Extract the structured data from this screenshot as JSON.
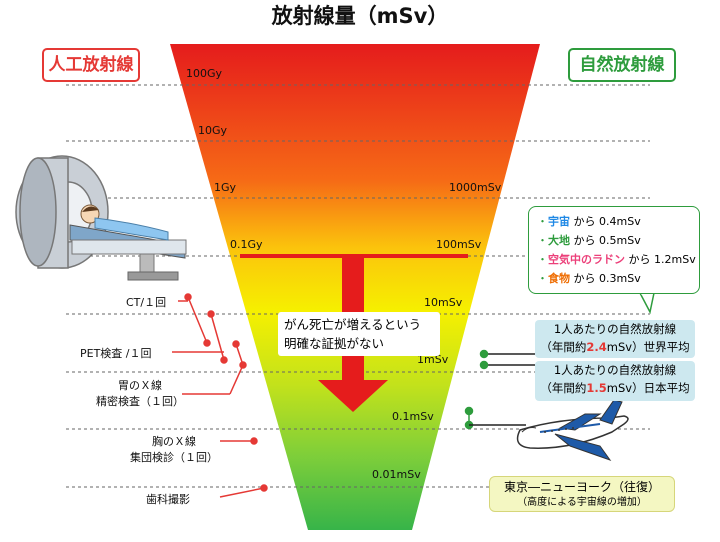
{
  "title": "放射線量（mSv）",
  "labels": {
    "artificial": "人工放射線",
    "natural": "自然放射線"
  },
  "scale": {
    "left": [
      "100Gy",
      "10Gy",
      "1Gy",
      "0.1Gy"
    ],
    "right": [
      "1000mSv",
      "100mSv",
      "10mSv",
      "1mSv",
      "0.1mSv",
      "0.01mSv"
    ]
  },
  "center_note": {
    "line1": "がん死亡が増えるという",
    "line2": "明確な証拠がない"
  },
  "natural_sources": {
    "items": [
      {
        "name": "宇宙",
        "rest": "から 0.4mSv",
        "color": "#1e88e5"
      },
      {
        "name": "大地",
        "rest": "から 0.5mSv",
        "color": "#2e9c3d"
      },
      {
        "name": "空気中のラドン",
        "rest": "から 1.2mSv",
        "color": "#ec407a"
      },
      {
        "name": "食物",
        "rest": "から 0.3mSv",
        "color": "#ef6c00"
      }
    ]
  },
  "world_avg": {
    "line1": "1人あたりの自然放射線",
    "pre": "（年間約",
    "value": "2.4",
    "post": "mSv）世界平均"
  },
  "japan_avg": {
    "line1": "1人あたりの自然放射線",
    "pre": "（年間約",
    "value": "1.5",
    "post": "mSv）日本平均"
  },
  "travel": {
    "line1": "東京―ニューヨーク（往復）",
    "line2": "（高度による宇宙線の増加）"
  },
  "medical": {
    "ct": "CT/１回",
    "pet": "PET検査 /１回",
    "stomach1": "胃のＸ線",
    "stomach2": "精密検査（１回）",
    "chest1": "胸のＸ線",
    "chest2": "集団検診（１回）",
    "dental": "歯科撮影"
  }
}
